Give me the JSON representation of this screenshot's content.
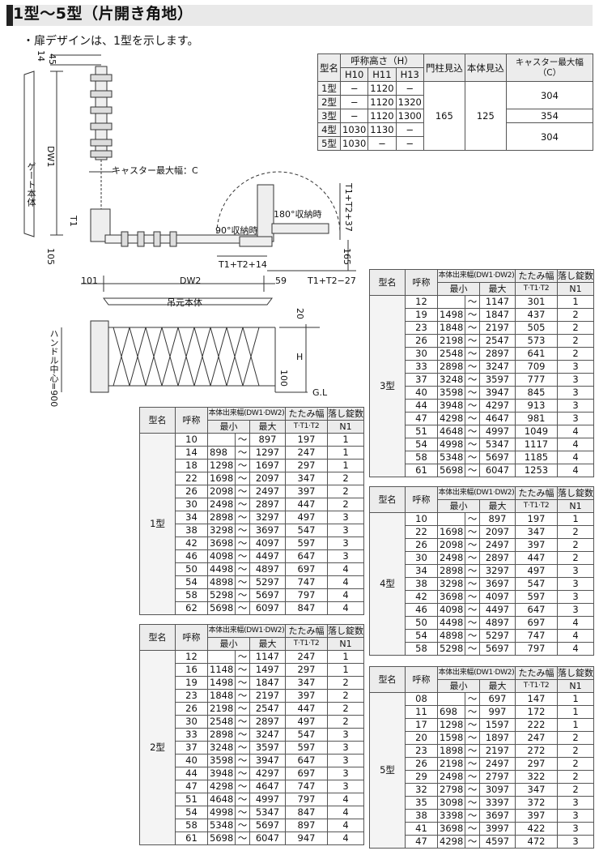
{
  "title": "1型〜5型（片開き角地）",
  "note": "・扉デザインは、1型を示します。",
  "drawing": {
    "gate_body_label": "ゲート本体",
    "dw1": "DW1",
    "caster_label": "キャスター最大幅：C",
    "t1": "T1",
    "stow180": "180°収納時",
    "stow90": "90°収納時",
    "t1t2_37": "T1+T2+37",
    "t1t2_14": "T1+T2+14",
    "t1t2_27": "T1+T2−27",
    "dim14": "14",
    "dim45": "45",
    "dim105": "105",
    "dim165": "165",
    "dim101": "101",
    "dw2": "DW2",
    "dim59": "59",
    "hanging_label": "吊元本体",
    "handle_label": "ハンドル中心=900",
    "dim20": "20",
    "h": "H",
    "dim100": "100",
    "gl": "G.L"
  },
  "dim_table": {
    "header_type": "型名",
    "header_height": "呼称高さ（H）",
    "header_post": "門柱見込",
    "header_body": "本体見込",
    "header_caster": "キャスター最大幅（C）",
    "sub": [
      "H10",
      "H11",
      "H13"
    ],
    "rows": [
      {
        "type": "1型",
        "h10": "−",
        "h11": "1120",
        "h13": "−"
      },
      {
        "type": "2型",
        "h10": "−",
        "h11": "1120",
        "h13": "1320"
      },
      {
        "type": "3型",
        "h10": "−",
        "h11": "1120",
        "h13": "1300"
      },
      {
        "type": "4型",
        "h10": "1030",
        "h11": "1130",
        "h13": "−"
      },
      {
        "type": "5型",
        "h10": "1030",
        "h11": "−",
        "h13": "−"
      }
    ],
    "post": "165",
    "body": "125",
    "caster_12": "304",
    "caster_3": "354",
    "caster_45": "304"
  },
  "spec_headers": {
    "type": "型名",
    "code": "呼称",
    "width": "本体出来幅(DW1·DW2)",
    "min": "最小",
    "max": "最大",
    "fold": "たたみ幅",
    "fold_sub": "T·T1·T2",
    "lock": "落し錠数",
    "lock_sub": "N1",
    "tilde": "〜"
  },
  "tables": [
    {
      "type": "1型",
      "rows": [
        [
          "10",
          "",
          "897",
          "197",
          "1"
        ],
        [
          "14",
          "898",
          "1297",
          "247",
          "1"
        ],
        [
          "18",
          "1298",
          "1697",
          "297",
          "1"
        ],
        [
          "22",
          "1698",
          "2097",
          "347",
          "2"
        ],
        [
          "26",
          "2098",
          "2497",
          "397",
          "2"
        ],
        [
          "30",
          "2498",
          "2897",
          "447",
          "2"
        ],
        [
          "34",
          "2898",
          "3297",
          "497",
          "3"
        ],
        [
          "38",
          "3298",
          "3697",
          "547",
          "3"
        ],
        [
          "42",
          "3698",
          "4097",
          "597",
          "3"
        ],
        [
          "46",
          "4098",
          "4497",
          "647",
          "3"
        ],
        [
          "50",
          "4498",
          "4897",
          "697",
          "4"
        ],
        [
          "54",
          "4898",
          "5297",
          "747",
          "4"
        ],
        [
          "58",
          "5298",
          "5697",
          "797",
          "4"
        ],
        [
          "62",
          "5698",
          "6097",
          "847",
          "4"
        ]
      ]
    },
    {
      "type": "2型",
      "rows": [
        [
          "12",
          "",
          "1147",
          "247",
          "1"
        ],
        [
          "16",
          "1148",
          "1497",
          "297",
          "1"
        ],
        [
          "19",
          "1498",
          "1847",
          "347",
          "2"
        ],
        [
          "23",
          "1848",
          "2197",
          "397",
          "2"
        ],
        [
          "26",
          "2198",
          "2547",
          "447",
          "2"
        ],
        [
          "30",
          "2548",
          "2897",
          "497",
          "2"
        ],
        [
          "33",
          "2898",
          "3247",
          "547",
          "3"
        ],
        [
          "37",
          "3248",
          "3597",
          "597",
          "3"
        ],
        [
          "40",
          "3598",
          "3947",
          "647",
          "3"
        ],
        [
          "44",
          "3948",
          "4297",
          "697",
          "3"
        ],
        [
          "47",
          "4298",
          "4647",
          "747",
          "3"
        ],
        [
          "51",
          "4648",
          "4997",
          "797",
          "4"
        ],
        [
          "54",
          "4998",
          "5347",
          "847",
          "4"
        ],
        [
          "58",
          "5348",
          "5697",
          "897",
          "4"
        ],
        [
          "61",
          "5698",
          "6047",
          "947",
          "4"
        ]
      ]
    },
    {
      "type": "3型",
      "rows": [
        [
          "12",
          "",
          "1147",
          "301",
          "1"
        ],
        [
          "19",
          "1498",
          "1847",
          "437",
          "2"
        ],
        [
          "23",
          "1848",
          "2197",
          "505",
          "2"
        ],
        [
          "26",
          "2198",
          "2547",
          "573",
          "2"
        ],
        [
          "30",
          "2548",
          "2897",
          "641",
          "2"
        ],
        [
          "33",
          "2898",
          "3247",
          "709",
          "3"
        ],
        [
          "37",
          "3248",
          "3597",
          "777",
          "3"
        ],
        [
          "40",
          "3598",
          "3947",
          "845",
          "3"
        ],
        [
          "44",
          "3948",
          "4297",
          "913",
          "3"
        ],
        [
          "47",
          "4298",
          "4647",
          "981",
          "3"
        ],
        [
          "51",
          "4648",
          "4997",
          "1049",
          "4"
        ],
        [
          "54",
          "4998",
          "5347",
          "1117",
          "4"
        ],
        [
          "58",
          "5348",
          "5697",
          "1185",
          "4"
        ],
        [
          "61",
          "5698",
          "6047",
          "1253",
          "4"
        ]
      ]
    },
    {
      "type": "4型",
      "rows": [
        [
          "10",
          "",
          "897",
          "197",
          "1"
        ],
        [
          "22",
          "1698",
          "2097",
          "347",
          "2"
        ],
        [
          "26",
          "2098",
          "2497",
          "397",
          "2"
        ],
        [
          "30",
          "2498",
          "2897",
          "447",
          "2"
        ],
        [
          "34",
          "2898",
          "3297",
          "497",
          "3"
        ],
        [
          "38",
          "3298",
          "3697",
          "547",
          "3"
        ],
        [
          "42",
          "3698",
          "4097",
          "597",
          "3"
        ],
        [
          "46",
          "4098",
          "4497",
          "647",
          "3"
        ],
        [
          "50",
          "4498",
          "4897",
          "697",
          "4"
        ],
        [
          "54",
          "4898",
          "5297",
          "747",
          "4"
        ],
        [
          "58",
          "5298",
          "5697",
          "797",
          "4"
        ]
      ]
    },
    {
      "type": "5型",
      "rows": [
        [
          "08",
          "",
          "697",
          "147",
          "1"
        ],
        [
          "11",
          "698",
          "997",
          "172",
          "1"
        ],
        [
          "17",
          "1298",
          "1597",
          "222",
          "1"
        ],
        [
          "20",
          "1598",
          "1897",
          "247",
          "2"
        ],
        [
          "23",
          "1898",
          "2197",
          "272",
          "2"
        ],
        [
          "26",
          "2198",
          "2497",
          "297",
          "2"
        ],
        [
          "29",
          "2498",
          "2797",
          "322",
          "2"
        ],
        [
          "32",
          "2798",
          "3097",
          "347",
          "2"
        ],
        [
          "35",
          "3098",
          "3397",
          "372",
          "3"
        ],
        [
          "38",
          "3398",
          "3697",
          "397",
          "3"
        ],
        [
          "41",
          "3698",
          "3997",
          "422",
          "3"
        ],
        [
          "47",
          "4298",
          "4597",
          "472",
          "3"
        ]
      ]
    }
  ]
}
